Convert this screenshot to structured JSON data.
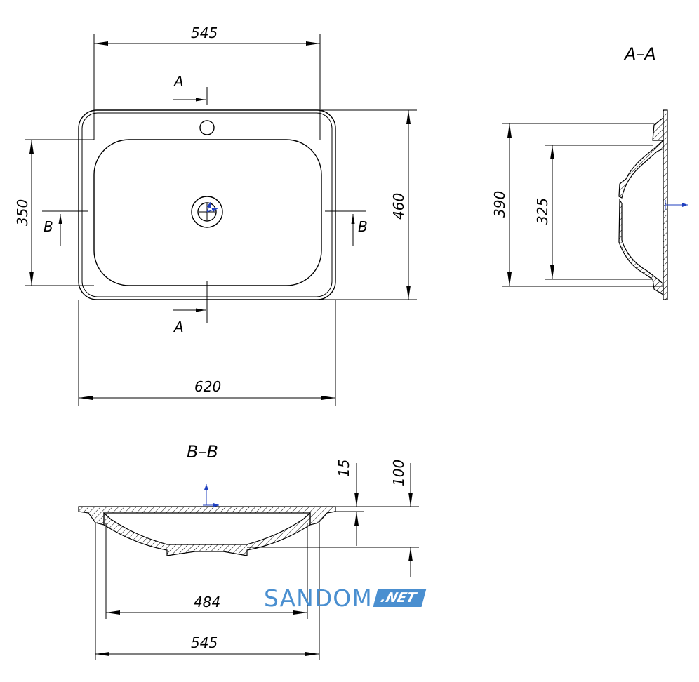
{
  "top_view": {
    "dim_top": "545",
    "dim_bottom": "620",
    "dim_left": "350",
    "dim_right": "460",
    "mark_a_top": "A",
    "mark_a_bottom": "A",
    "mark_b_left": "B",
    "mark_b_right": "B"
  },
  "section_aa": {
    "title": "A–A",
    "dim_outer": "390",
    "dim_inner": "325"
  },
  "section_bb": {
    "title": "B–B",
    "dim_15": "15",
    "dim_100": "100",
    "dim_484": "484",
    "dim_545": "545"
  },
  "watermark": {
    "text": "SANDOM",
    "badge": ".NET"
  },
  "colors": {
    "watermark": "#4a8fd0",
    "axis_marker": "#1f3fbf"
  }
}
